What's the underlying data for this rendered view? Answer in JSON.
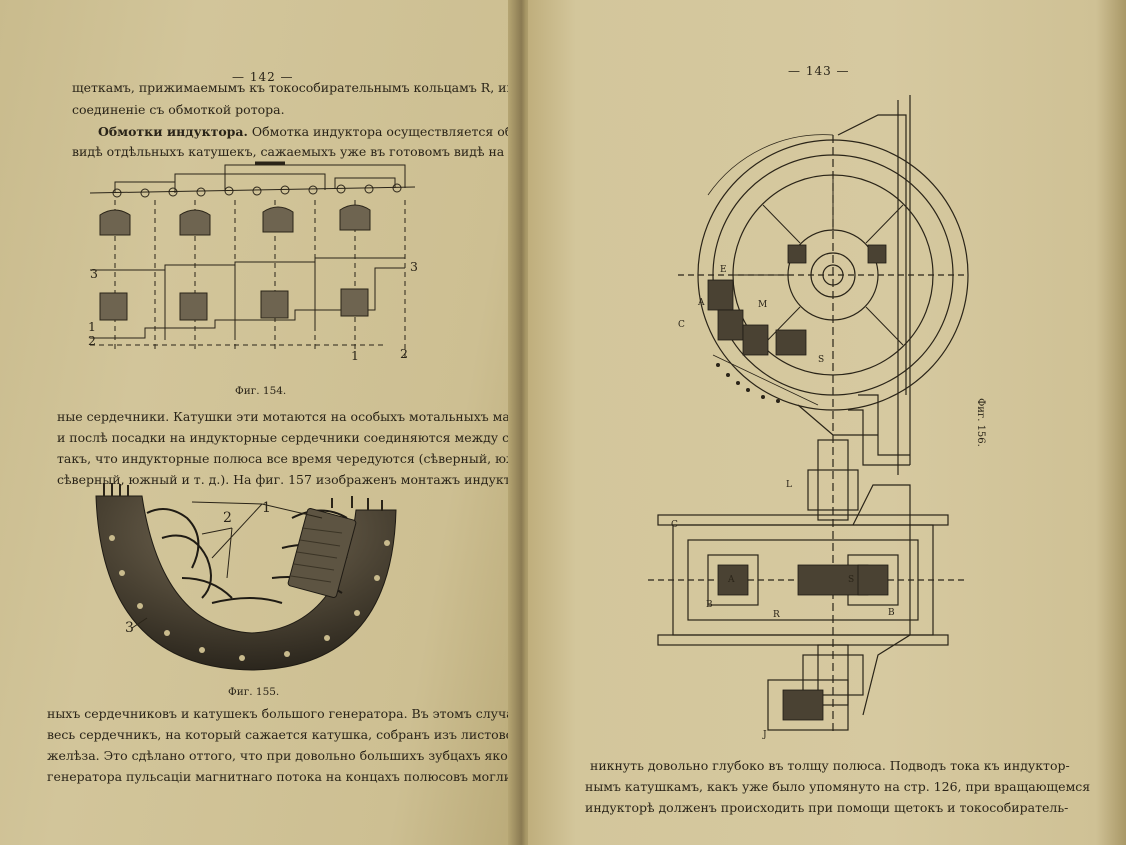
{
  "left_page": {
    "page_number": "— 142 —",
    "lines_top": [
      "щеткамъ, прижимаемымъ къ токособирательнымъ кольцамъ R, имѣющимъ",
      "соединеніе съ обмоткой ротора."
    ],
    "heading": "Обмотки индуктора.",
    "heading_rest": " Обмотка индуктора осуществляется обыкновенно въ",
    "line_after_heading": "видѣ отдѣльныхъ катушекъ, сажаемыхъ уже въ готовомъ видѣ на индуктор-",
    "fig154": {
      "caption": "Фиг. 154.",
      "labels": [
        "3",
        "3",
        "1",
        "2",
        "1",
        "2"
      ]
    },
    "lines_middle": [
      "ные сердечники. Катушки эти мотаются на особыхъ мотальныхъ машинахъ",
      "и послѣ посадки на индукторные сердечники соединяются между собою",
      "такъ, что индукторные полюса все время чередуются (сѣверный, южный,",
      "сѣверный, южный и т. д.). На фиг. 157 изображенъ монтажъ индуктор-"
    ],
    "fig155": {
      "caption": "Фиг. 155.",
      "labels": [
        "1",
        "2",
        "3"
      ]
    },
    "lines_bottom": [
      "ныхъ сердечниковъ и катушекъ большого генератора. Въ этомъ случаѣ",
      "весь сердечникъ, на который сажается катушка, собранъ изъ листового",
      "желѣза. Это сдѣлано оттого, что при довольно большихъ зубцахъ якоря",
      "генератора пульсаціи магнитнаго потока на концахъ полюсовъ могли бы про-"
    ]
  },
  "right_page": {
    "page_number": "— 143 —",
    "fig156": {
      "caption": "Фиг. 156.",
      "labels": [
        "E",
        "C",
        "A",
        "M",
        "S",
        "B",
        "C",
        "L",
        "S",
        "A",
        "B",
        "R",
        "J"
      ]
    },
    "lines_bottom": [
      "никнуть довольно глубоко въ толщу полюса. Подводъ тока къ индуктор-",
      "нымъ катушкамъ, какъ уже было упомянуто на стр. 126, при вращающемся",
      "индукторѣ долженъ происходить при помощи щетокъ и токособиратель-"
    ]
  },
  "colors": {
    "paper": "#d2c59a",
    "ink": "#2a2418",
    "gutter": "#8a7a52",
    "background": "#5a4a2e"
  }
}
